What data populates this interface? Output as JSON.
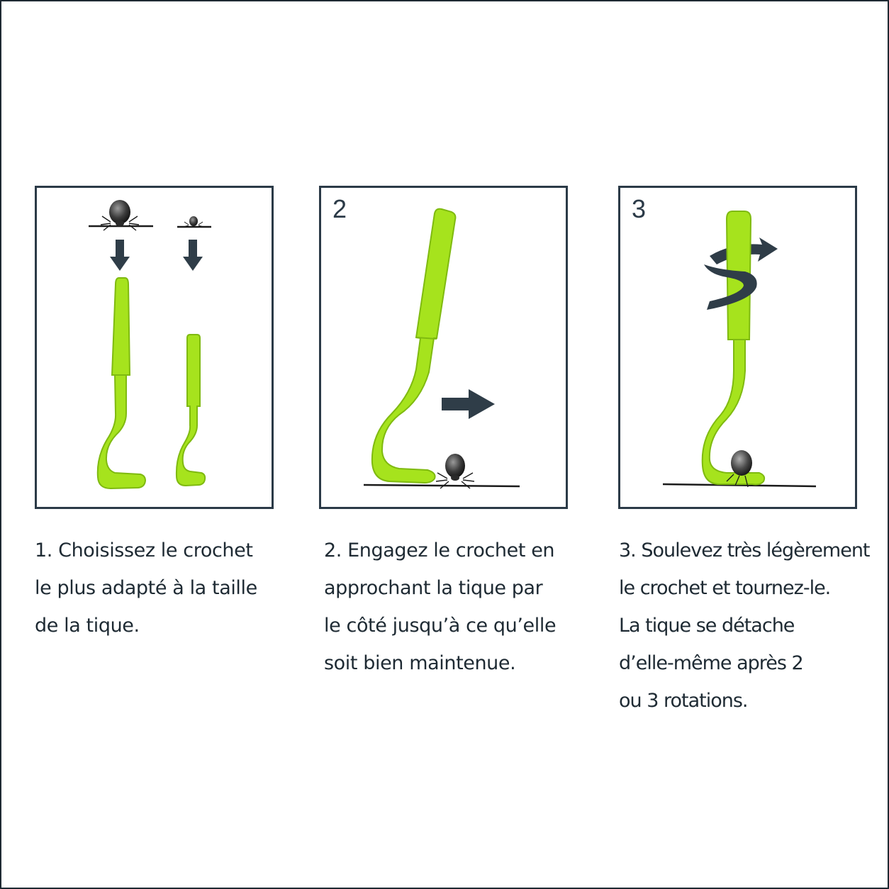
{
  "colors": {
    "hook": "#a6e31d",
    "hook_shade": "#7fba10",
    "arrow": "#2f3d48",
    "frame": "#2b3a47",
    "text": "#1e2a33"
  },
  "panels": [
    {
      "number": "",
      "icons": [
        "large-tick-icon",
        "small-tick-icon",
        "down-arrow-icon",
        "large-hook-icon",
        "small-hook-icon"
      ]
    },
    {
      "number": "2",
      "icons": [
        "hook-icon",
        "right-arrow-icon",
        "tick-icon"
      ]
    },
    {
      "number": "3",
      "icons": [
        "hook-icon",
        "rotation-arrow-icon",
        "tick-icon"
      ]
    }
  ],
  "captions": [
    {
      "lines": [
        "1.  Choisissez le crochet",
        "le plus adapté à la taille",
        "de la tique."
      ]
    },
    {
      "lines": [
        "2. Engagez le crochet en",
        "approchant la tique par",
        "le côté jusqu’à ce qu’elle",
        "soit bien maintenue."
      ]
    },
    {
      "lines": [
        "3. Soulevez très légèrement",
        "le crochet et tournez-le.",
        "La tique se détache",
        "d’elle-même après 2",
        "ou 3 rotations."
      ]
    }
  ]
}
